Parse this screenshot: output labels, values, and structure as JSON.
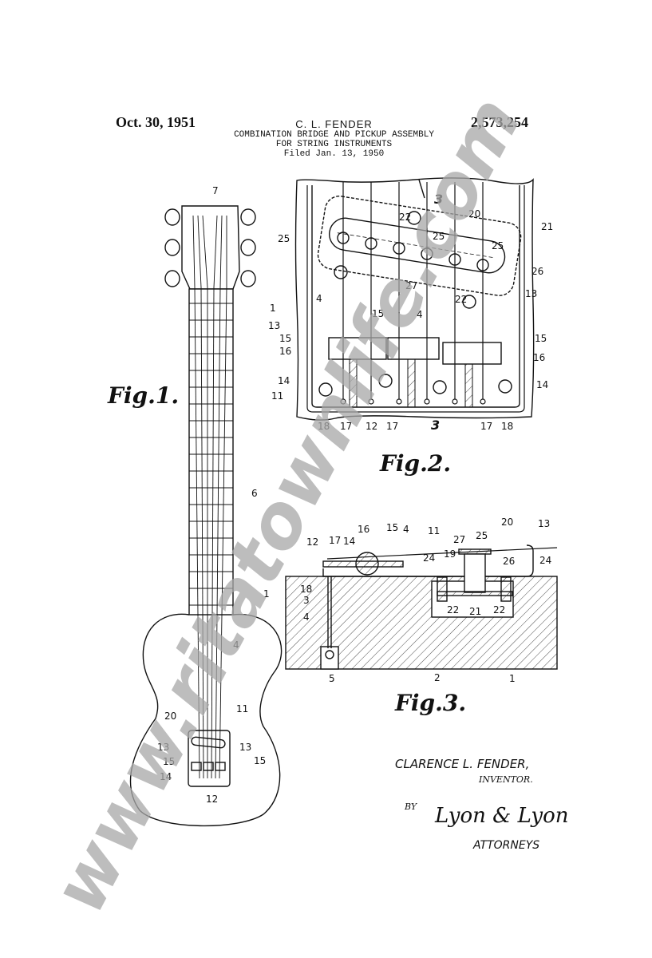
{
  "header": {
    "date": "Oct. 30, 1951",
    "inventor_name": "C. L. FENDER",
    "title_line1": "COMBINATION BRIDGE AND PICKUP ASSEMBLY",
    "title_line2": "FOR STRING INSTRUMENTS",
    "filed": "Filed Jan. 13, 1950",
    "patent_number": "2,573,254"
  },
  "figures": {
    "fig1": "Fig.1.",
    "fig2": "Fig.2.",
    "fig3": "Fig.3."
  },
  "fig1_labels": [
    "7",
    "6",
    "1",
    "4",
    "20",
    "11",
    "13",
    "13",
    "15",
    "15",
    "14",
    "12"
  ],
  "fig2_labels": [
    "3",
    "22",
    "20",
    "21",
    "25",
    "25",
    "25",
    "26",
    "27",
    "4",
    "22",
    "13",
    "1",
    "13",
    "15",
    "4",
    "15",
    "15",
    "16",
    "16",
    "14",
    "14",
    "11",
    "18",
    "17",
    "12",
    "17",
    "3",
    "17",
    "18"
  ],
  "fig3_labels": [
    "12",
    "17",
    "14",
    "16",
    "15",
    "4",
    "11",
    "27",
    "25",
    "20",
    "13",
    "24",
    "19",
    "26",
    "24",
    "18",
    "3",
    "4",
    "22",
    "21",
    "22",
    "5",
    "2",
    "1"
  ],
  "signature": {
    "inventor": "CLARENCE L. FENDER,",
    "inventor_role": "INVENTOR.",
    "by": "BY",
    "signature_text": "Lyon & Lyon",
    "attorneys": "ATTORNEYS"
  },
  "watermark": "www.ritatownlife.com"
}
